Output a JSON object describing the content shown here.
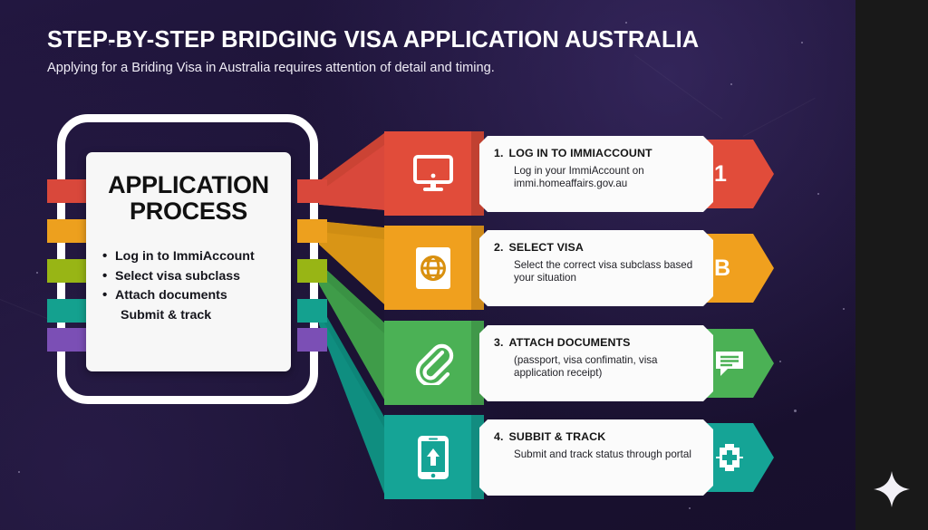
{
  "header": {
    "title": "STEP-BY-STEP BRIDGING VISA APPLICATION AUSTRALIA",
    "subtitle": "Applying for a Briding Visa in Australia requires attention of detail and timing."
  },
  "process_card": {
    "title_line1": "APPLICATION",
    "title_line2": "PROCESS",
    "bullets": [
      "Log in to ImmiAccount",
      "Select visa subclass",
      "Attach documents",
      "Submit & track"
    ]
  },
  "colors": {
    "background": "#1b1233",
    "right_panel": "#191919",
    "band_red": "#d9483b",
    "band_orange": "#eda01e",
    "band_olive": "#98b515",
    "band_teal": "#14a18f",
    "band_purple": "#7b4fb5",
    "step_red": "#e14c3a",
    "step_orange": "#f0a01e",
    "step_green": "#4bb155",
    "step_teal": "#15a496",
    "card_white": "#fbfbfb"
  },
  "steps": [
    {
      "number": "1.",
      "heading": "LOG IN TO IMMIACCOUNT",
      "description": "Log in your ImmiAccount on immi.homeaffairs.gov.au",
      "icon": "desktop-monitor-icon",
      "badge_label": "1",
      "badge_icon": "",
      "color": "#e14c3a"
    },
    {
      "number": "2.",
      "heading": "SELECT VISA",
      "description": "Select the correct visa subclass based your situation",
      "icon": "globe-passport-icon",
      "badge_label": "B",
      "badge_icon": "",
      "color": "#f0a01e"
    },
    {
      "number": "3.",
      "heading": "ATTACH DOCUMENTS",
      "description": "(passport, visa confimatin, visa application receipt)",
      "icon": "paperclip-icon",
      "badge_label": "",
      "badge_icon": "speech-bubble-icon",
      "color": "#4bb155"
    },
    {
      "number": "4.",
      "heading": "SUBBIT & TRACK",
      "description": "Submit and track status through portal",
      "icon": "phone-upload-icon",
      "badge_label": "",
      "badge_icon": "plus-cross-icon",
      "color": "#15a496"
    }
  ],
  "decoration": {
    "sparkle_icon": "four-point-star-icon"
  }
}
